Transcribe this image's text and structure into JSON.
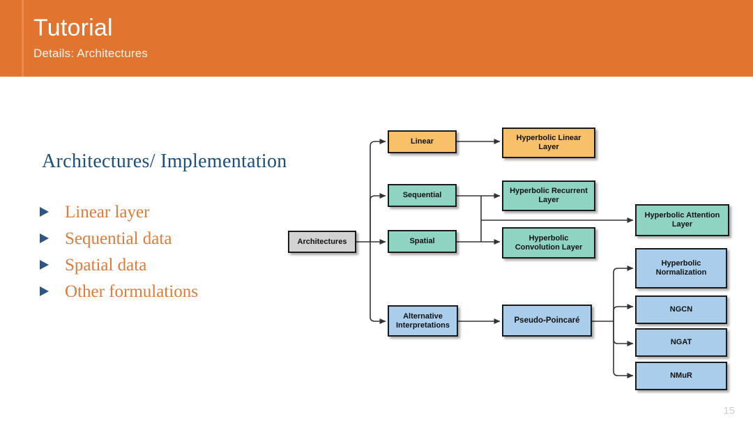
{
  "header": {
    "title": "Tutorial",
    "subtitle": "Details: Architectures",
    "background_color": "#e1752f"
  },
  "content": {
    "section_title": "Architectures/ Implementation",
    "bullets": [
      {
        "label": "Linear layer"
      },
      {
        "label": "Sequential data"
      },
      {
        "label": "Spatial data"
      },
      {
        "label": "Other formulations"
      }
    ],
    "bullet_color": "#e07b39",
    "title_color": "#1f4e79",
    "marker_color": "#2b5685"
  },
  "page_number": "15",
  "diagram": {
    "nodes": {
      "root": {
        "label": "Architectures",
        "color": "#d2d2d2"
      },
      "linear": {
        "label": "Linear",
        "color": "#f9c06a"
      },
      "sequential": {
        "label": "Sequential",
        "color": "#8fd4c3"
      },
      "spatial": {
        "label": "Spatial",
        "color": "#8fd4c3"
      },
      "alternative": {
        "label": "Alternative Interpretations",
        "color": "#a9cdeb"
      },
      "hyp_linear": {
        "label": "Hyperbolic Linear Layer",
        "color": "#f9c06a"
      },
      "hyp_recurrent": {
        "label": "Hyperbolic Recurrent Layer",
        "color": "#8fd4c3"
      },
      "hyp_convolution": {
        "label": "Hyperbolic Convolution Layer",
        "color": "#8fd4c3"
      },
      "hyp_attention": {
        "label": "Hyperbolic Attention Layer",
        "color": "#8fd4c3"
      },
      "pseudo_poincare": {
        "label": "Pseudo-Poincaré",
        "color": "#a9cdeb"
      },
      "hyp_normalization": {
        "label": "Hyperbolic Normalization",
        "color": "#a9cdeb"
      },
      "ngcn": {
        "label": "NGCN",
        "color": "#a9cdeb"
      },
      "ngat": {
        "label": "NGAT",
        "color": "#a9cdeb"
      },
      "nmur": {
        "label": "NMuR",
        "color": "#a9cdeb"
      }
    }
  }
}
